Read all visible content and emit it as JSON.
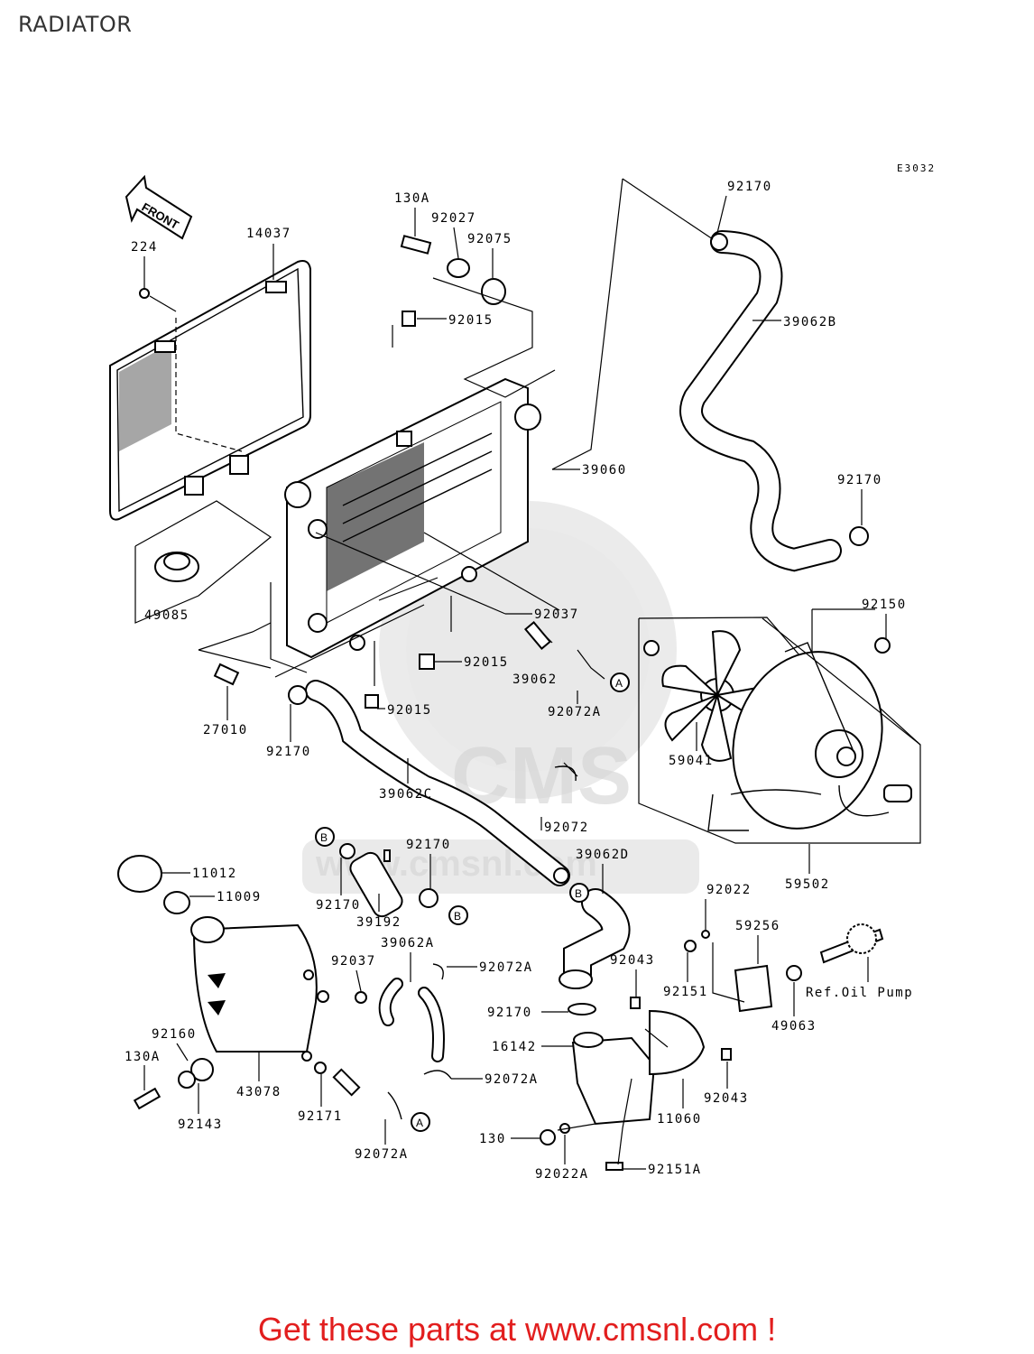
{
  "title": "RADIATOR",
  "diagram_code": "E3032",
  "front_label": "FRONT",
  "watermark": "CMS",
  "watermark_url": "www.cmsnl.com",
  "cta": "Get these parts at www.cmsnl.com !",
  "markers": {
    "a": "A",
    "b": "B"
  },
  "parts": {
    "p130A_top": "130A",
    "p92027": "92027",
    "p92075": "92075",
    "p92015_top": "92015",
    "p14037": "14037",
    "p224": "224",
    "p92170_top": "92170",
    "p39062B": "39062B",
    "p39060": "39060",
    "p92170_right": "92170",
    "p49085": "49085",
    "p92037_mid": "92037",
    "p92150": "92150",
    "p92015_mid": "92015",
    "p39062": "39062",
    "p92072A_mid": "92072A",
    "p27010": "27010",
    "p92015_low": "92015",
    "p92170_left": "92170",
    "p59041": "59041",
    "p39062C": "39062C",
    "p92072": "92072",
    "p92170_b": "92170",
    "p39062D": "39062D",
    "p59502": "59502",
    "p11012": "11012",
    "p11009": "11009",
    "p92170_c": "92170",
    "p39192": "39192",
    "p92022": "92022",
    "p59256": "59256",
    "p39062A": "39062A",
    "p92037_low": "92037",
    "p92072A_low": "92072A",
    "p92043_top": "92043",
    "p92151": "92151",
    "p92170_d": "92170",
    "p49063": "49063",
    "ref_oil_pump": "Ref.Oil Pump",
    "p92160": "92160",
    "p16142": "16142",
    "p130A_low": "130A",
    "p43078": "43078",
    "p92072A_b": "92072A",
    "p92043_low": "92043",
    "p92171": "92171",
    "p11060": "11060",
    "p92143": "92143",
    "p92072A_c": "92072A",
    "p130": "130",
    "p92022A": "92022A",
    "p92151A": "92151A"
  }
}
